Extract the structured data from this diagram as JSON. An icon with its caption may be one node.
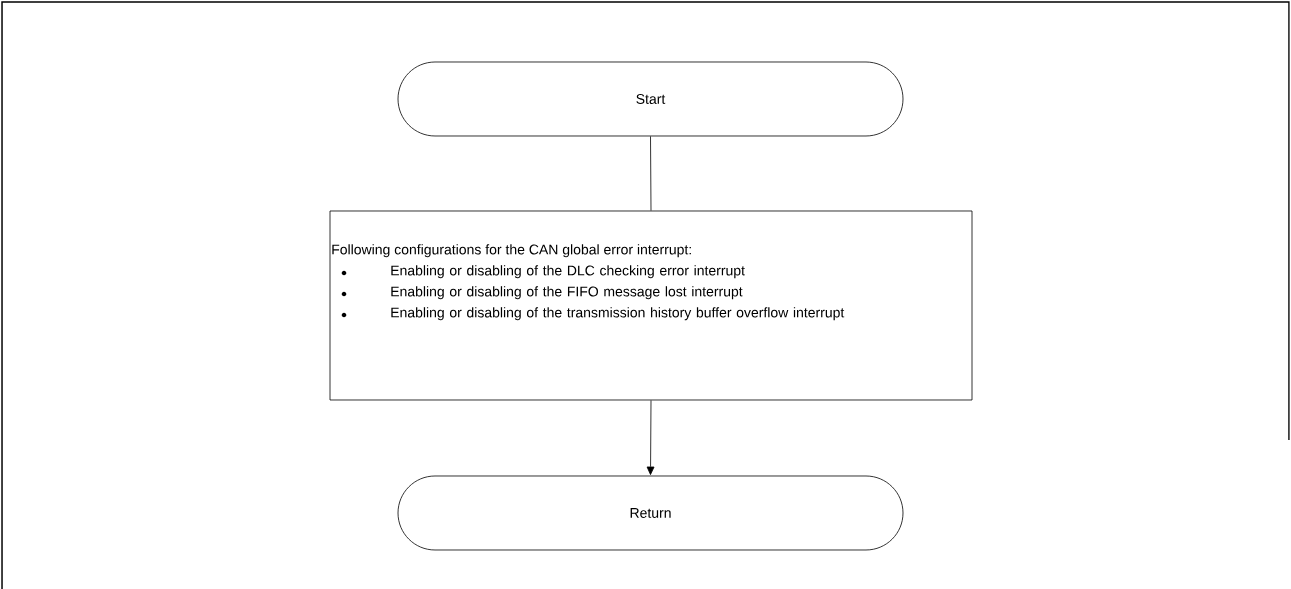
{
  "diagram": {
    "nodes": [
      {
        "text": [
          "Start"
        ]
      },
      {
        "text": [
          "Following configurations for the CAN global error interrupt:",
          "Enabling or disabling of the DLC checking error interrupt",
          "Enabling or disabling of the FIFO message lost interrupt",
          "Enabling or disabling of the transmission history buffer overflow interrupt"
        ]
      },
      {
        "text": [
          "Return"
        ]
      }
    ],
    "edges": [
      {
        "from": 0,
        "to": 1,
        "arrow": "none"
      },
      {
        "from": 1,
        "to": 2,
        "arrow": "to"
      }
    ]
  }
}
